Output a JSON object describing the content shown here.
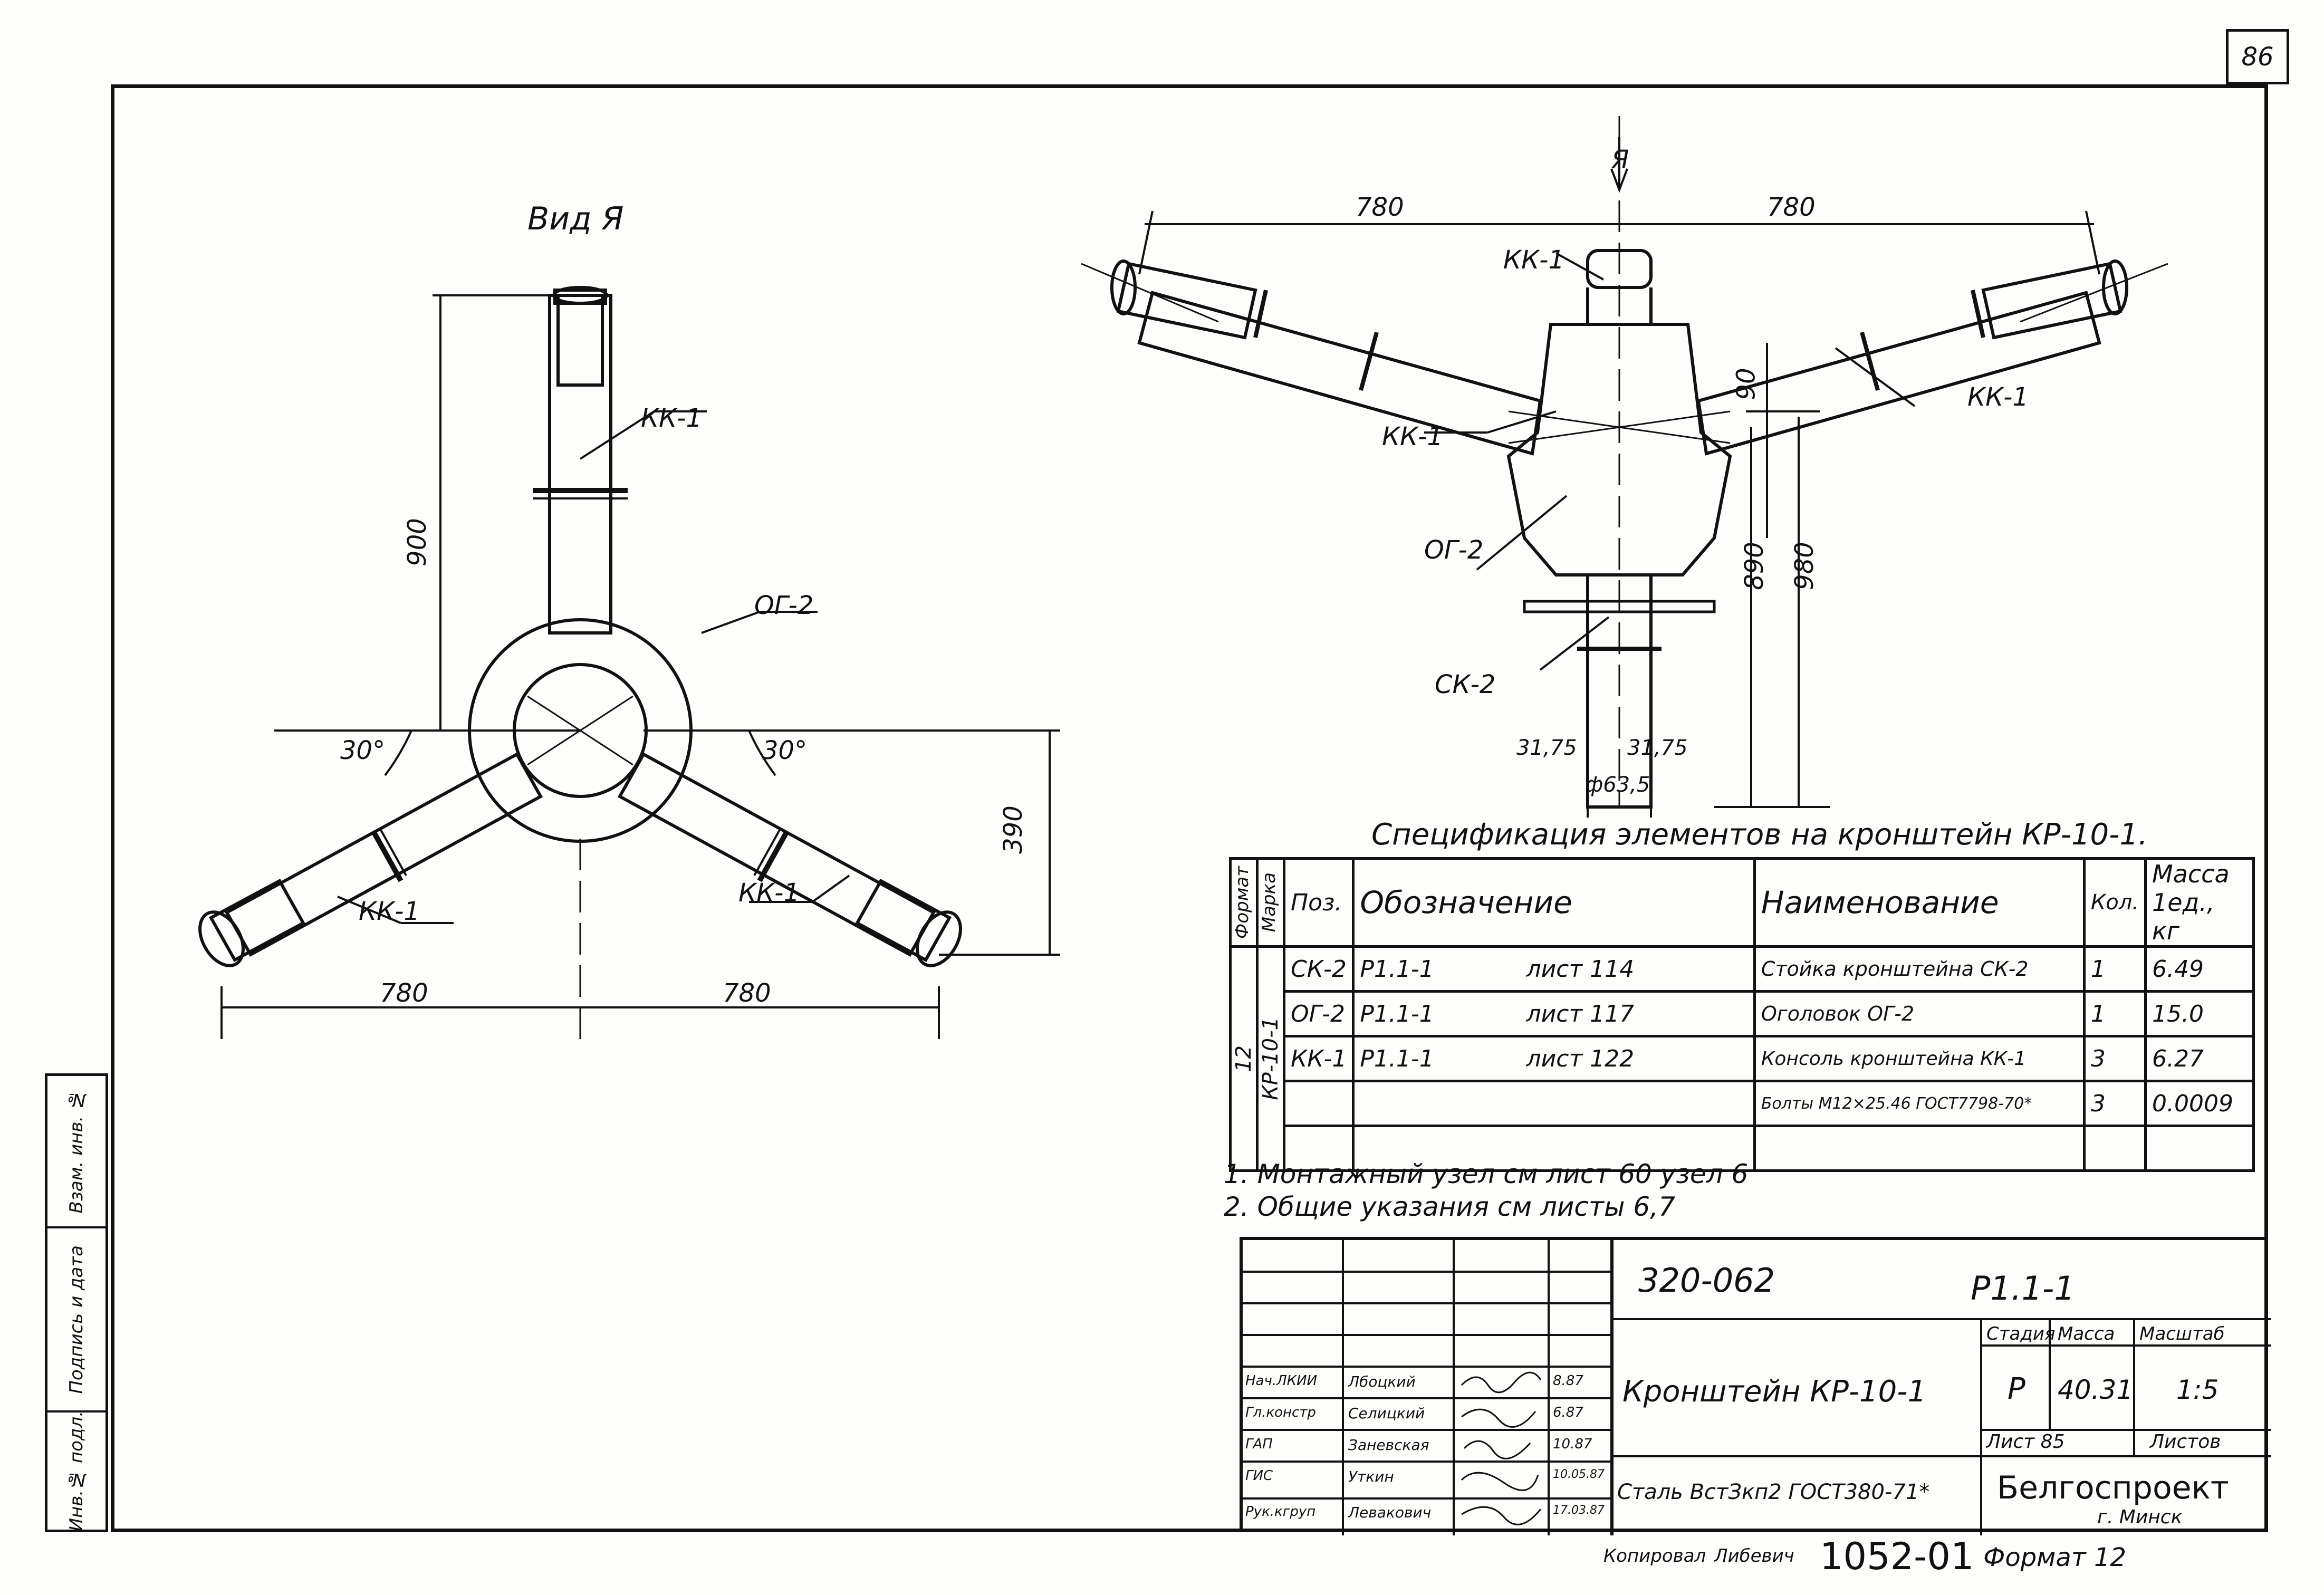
{
  "page_number": "86",
  "view_title": "Вид Я",
  "arrow_label": "Я",
  "left_view": {
    "dims": [
      "900",
      "390",
      "780",
      "780"
    ],
    "angles": [
      "30°",
      "30°"
    ],
    "labels": [
      "КК-1",
      "ОГ-2",
      "КК-1",
      "КК-1"
    ]
  },
  "right_view": {
    "dims": [
      "780",
      "780",
      "90",
      "890",
      "980",
      "31,75",
      "31,75",
      "ф63,5"
    ],
    "labels": [
      "КК-1",
      "КК-1",
      "КК-1",
      "ОГ-2",
      "СК-2"
    ]
  },
  "spec": {
    "title": "Спецификация элементов на кронштейн КР-10-1.",
    "headers": {
      "format": "Формат",
      "mark": "Марка",
      "pos": "Поз.",
      "designation": "Обозначение",
      "name": "Наименование",
      "qty": "Кол.",
      "mass": "Масса 1ед., кг"
    },
    "format_value": "12",
    "mark_value": "КР-10-1",
    "rows": [
      {
        "pos": "СК-2",
        "des": "Р1.1-1",
        "sheet": "лист 114",
        "name": "Стойка кронштейна СК-2",
        "qty": "1",
        "mass": "6.49"
      },
      {
        "pos": "ОГ-2",
        "des": "Р1.1-1",
        "sheet": "лист 117",
        "name": "Оголовок ОГ-2",
        "qty": "1",
        "mass": "15.0"
      },
      {
        "pos": "КК-1",
        "des": "Р1.1-1",
        "sheet": "лист 122",
        "name": "Консоль кронштейна КК-1",
        "qty": "3",
        "mass": "6.27"
      },
      {
        "pos": "",
        "des": "",
        "sheet": "",
        "name": "Болты М12×25.46 ГОСТ7798-70*",
        "qty": "3",
        "mass": "0.0009"
      }
    ]
  },
  "notes": [
    "1. Монтажный узел см лист 60 узел 6",
    "2. Общие указания см листы 6,7"
  ],
  "title_block": {
    "code": "320-062",
    "series": "Р1.1-1",
    "name": "Кронштейн КР-10-1",
    "material": "Сталь ВстЗкп2 ГОСТ380-71*",
    "stage_h": "Стадия",
    "mass_h": "Масса",
    "scale_h": "Масштаб",
    "stage": "Р",
    "mass": "40.31",
    "scale": "1:5",
    "sheet": "Лист 85",
    "sheets": "Листов",
    "org": "Белгоспроект",
    "city": "г. Минск",
    "staff": [
      {
        "role": "Нач.ЛКИИ",
        "name": "Лбоцкий"
      },
      {
        "role": "Гл.констр",
        "name": "Селицкий"
      },
      {
        "role": "ГАП",
        "name": "Заневская"
      },
      {
        "role": "ГИС",
        "name": "Уткин"
      },
      {
        "role": "Рук.кгруп",
        "name": "Левакович"
      }
    ],
    "dates": [
      "8.87",
      "6.87",
      "10.87",
      "10.05.87",
      "17.03.87"
    ]
  },
  "footer": {
    "copied": "Копировал",
    "copier": "Либевич",
    "number": "1052-01",
    "format": "Формат 12"
  },
  "side_stamp": [
    "Инв.№ подл.",
    "Подпись и дата",
    "Взам. инв. №"
  ]
}
